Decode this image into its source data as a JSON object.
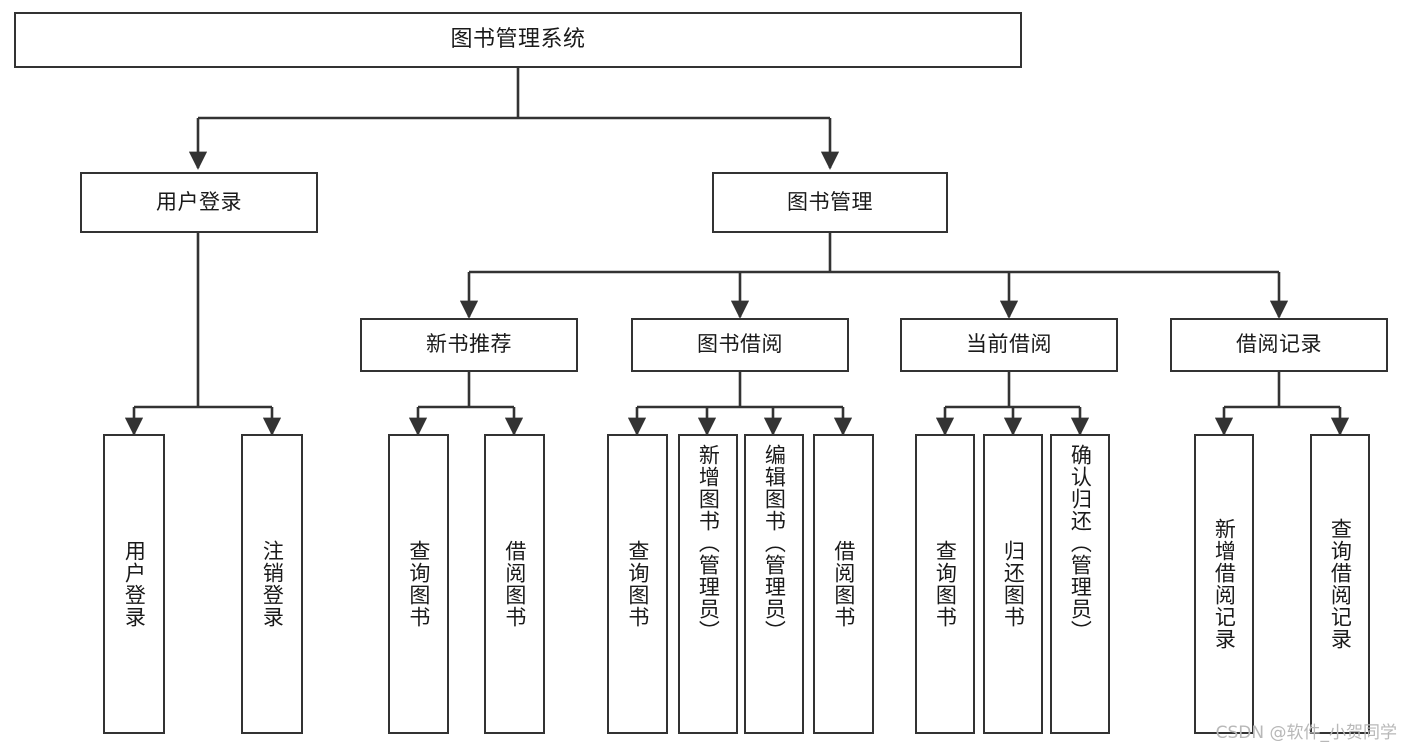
{
  "diagram": {
    "type": "tree-hierarchy",
    "title": "图书管理系统",
    "root": {
      "id": "root",
      "label": "图书管理系统"
    },
    "level2": [
      {
        "id": "user-login",
        "label": "用户登录"
      },
      {
        "id": "book-manage",
        "label": "图书管理"
      }
    ],
    "level3": [
      {
        "id": "new-book-rec",
        "label": "新书推荐",
        "parent": "book-manage"
      },
      {
        "id": "book-borrow",
        "label": "图书借阅",
        "parent": "book-manage"
      },
      {
        "id": "current-borrow",
        "label": "当前借阅",
        "parent": "book-manage"
      },
      {
        "id": "borrow-record",
        "label": "借阅记录",
        "parent": "book-manage"
      }
    ],
    "leaves": [
      {
        "id": "leaf-user-login",
        "label": "用户登录",
        "parent": "user-login"
      },
      {
        "id": "leaf-user-logout",
        "label": "注销登录",
        "parent": "user-login"
      },
      {
        "id": "leaf-query-book-1",
        "label": "查询图书",
        "parent": "new-book-rec"
      },
      {
        "id": "leaf-borrow-book-1",
        "label": "借阅图书",
        "parent": "new-book-rec"
      },
      {
        "id": "leaf-query-book-2",
        "label": "查询图书",
        "parent": "book-borrow"
      },
      {
        "id": "leaf-add-book",
        "label": "新增图书（管理员）",
        "parent": "book-borrow"
      },
      {
        "id": "leaf-edit-book",
        "label": "编辑图书（管理员）",
        "parent": "book-borrow"
      },
      {
        "id": "leaf-borrow-book-2",
        "label": "借阅图书",
        "parent": "book-borrow"
      },
      {
        "id": "leaf-query-book-3",
        "label": "查询图书",
        "parent": "current-borrow"
      },
      {
        "id": "leaf-return-book",
        "label": "归还图书",
        "parent": "current-borrow"
      },
      {
        "id": "leaf-confirm-return",
        "label": "确认归还（管理员）",
        "parent": "current-borrow"
      },
      {
        "id": "leaf-add-record",
        "label": "新增借阅记录",
        "parent": "borrow-record"
      },
      {
        "id": "leaf-query-record",
        "label": "查询借阅记录",
        "parent": "borrow-record"
      }
    ]
  },
  "watermark": {
    "text": "CSDN @软件_小贺同学"
  },
  "colors": {
    "stroke": "#333333",
    "fill": "#ffffff",
    "text": "#1a1a1a",
    "watermark": "#b8b8b8"
  }
}
